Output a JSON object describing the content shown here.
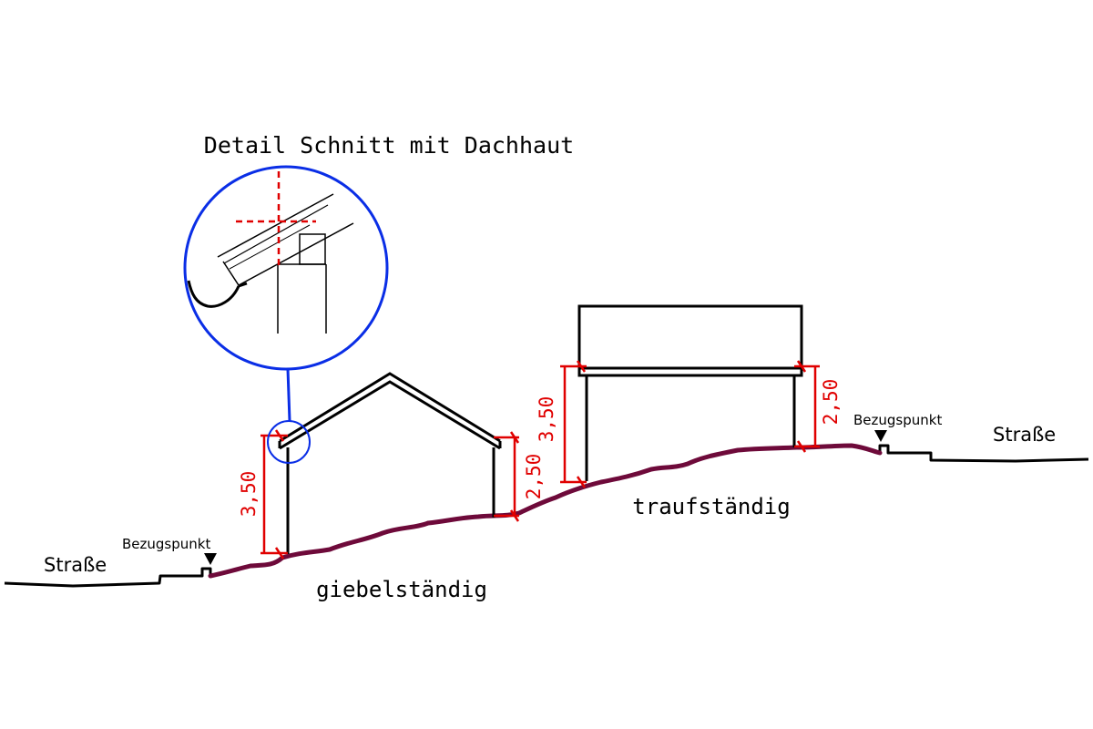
{
  "detail": {
    "title": "Detail Schnitt mit Dachhaut"
  },
  "left": {
    "street_label": "Straße",
    "reference_label": "Bezugspunkt",
    "house_label": "giebelständig",
    "dim_high": "3,50",
    "dim_low": "2,50"
  },
  "right": {
    "street_label": "Straße",
    "reference_label": "Bezugspunkt",
    "house_label": "traufständig",
    "dim_high": "3,50",
    "dim_low": "2,50"
  },
  "colors": {
    "line": "#000000",
    "dimension": "#e00000",
    "terrain": "#6e0a3a",
    "detail_circle": "#0a2ee6"
  }
}
